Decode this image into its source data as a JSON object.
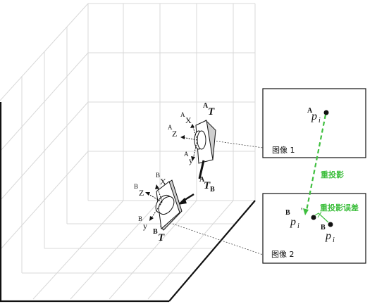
{
  "camera_A": {
    "transform": {
      "sup": "A",
      "main": "T"
    },
    "axis_x": {
      "sup": "A",
      "main": "X"
    },
    "axis_y": {
      "sup": "A",
      "main": "y"
    },
    "axis_z": {
      "sup": "A",
      "main": "Z"
    }
  },
  "camera_B": {
    "transform": {
      "sup": "B",
      "main": "T"
    },
    "axis_x": {
      "sup": "B",
      "main": "X"
    },
    "axis_y": {
      "sup": "B",
      "main": "y"
    },
    "axis_z": {
      "sup": "B",
      "main": "Z"
    }
  },
  "relative_transform": {
    "sup": "A",
    "main": "T",
    "sub": "B"
  },
  "image_1": {
    "caption": "图像 1",
    "point": {
      "sup": "A",
      "main": "p",
      "sub": "i"
    }
  },
  "image_2": {
    "caption": "图像 2",
    "point": {
      "sup": "B",
      "main": "p",
      "sub": "i"
    },
    "reprojected_point": {
      "sup": "B",
      "main": "p",
      "sub": "i",
      "prime": "'"
    }
  },
  "annotations": {
    "reprojection": "重投影",
    "reprojection_error": "重投影误差"
  },
  "colors": {
    "highlight": "#3fbf3f",
    "line": "#111111",
    "grid": "#d8d8d8"
  }
}
